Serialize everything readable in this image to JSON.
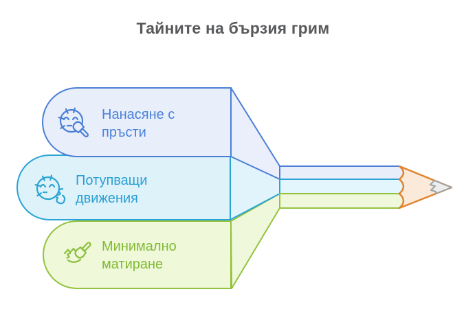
{
  "title": "Тайните на бързия грим",
  "title_color": "#58595b",
  "background": "#ffffff",
  "items": [
    {
      "label": "Нанасяне с пръсти",
      "icon": "face-brush-icon",
      "accent": "#4a7fd6",
      "fill": "#e9eefb",
      "text_color": "#4a82d8"
    },
    {
      "label": "Потупващи движения",
      "icon": "face-sponge-icon",
      "accent": "#2ba4d4",
      "fill": "#def2fa",
      "text_color": "#2b9fd3"
    },
    {
      "label": "Минимално матиране",
      "icon": "powder-brush-icon",
      "accent": "#93c23e",
      "fill": "#eff8d9",
      "text_color": "#82ba35"
    }
  ],
  "pencil": {
    "wood_fill": "#fbead9",
    "wood_stroke": "#e0842f",
    "tip_fill": "#ededed",
    "tip_stroke": "#9da2a6",
    "stripe_fills": [
      "#e9eefb",
      "#e3f6fd",
      "#f0f8dc"
    ]
  }
}
